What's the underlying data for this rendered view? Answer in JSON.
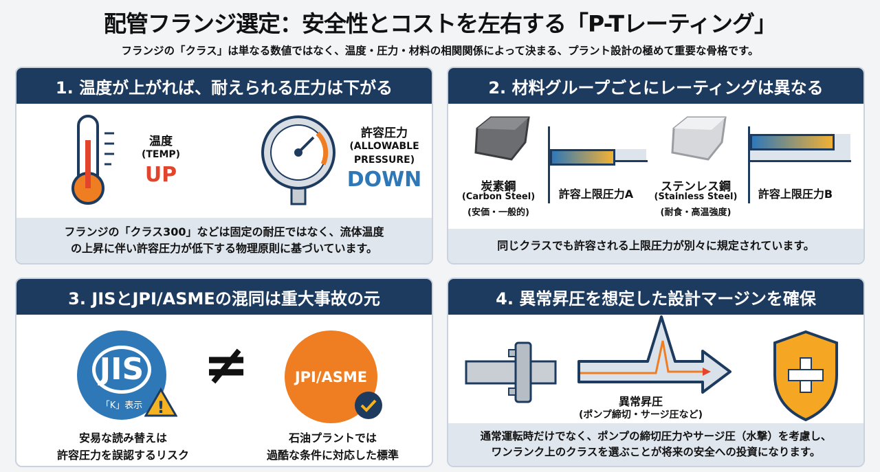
{
  "title": "配管フランジ選定：安全性とコストを左右する「P-Tレーティング」",
  "subtitle": "フランジの「クラス」は単なる数値ではなく、温度・圧力・材料の相関関係によって決まる、プラント設計の極めて重要な骨格です。",
  "colors": {
    "navy": "#1d3a5f",
    "orange": "#ef7d22",
    "red": "#e2452b",
    "blue": "#2f78b8"
  },
  "panel1": {
    "heading": "1. 温度が上がれば、耐えられる圧力は下がる",
    "temp_label": "温度",
    "temp_en": "(TEMP)",
    "temp_dir": "UP",
    "pressure_label": "許容圧力",
    "pressure_en1": "(ALLOWABLE",
    "pressure_en2": "PRESSURE)",
    "pressure_dir": "DOWN",
    "footer1": "フランジの「クラス300」などは固定の耐圧ではなく、流体温度",
    "footer2": "の上昇に伴い許容圧力が低下する物理原則に基づいています。"
  },
  "panel2": {
    "heading": "2. 材料グループごとにレーティングは異なる",
    "mat1": "炭素鋼",
    "mat1_en": "(Carbon Steel)",
    "mat1_note": "(安価・一般的)",
    "bar1": "許容上限圧力A",
    "mat2": "ステンレス鋼",
    "mat2_en": "(Stainless Steel)",
    "mat2_note": "(耐食・高温強度)",
    "bar2": "許容上限圧力B",
    "footer": "同じクラスでも許容される上限圧力が別々に規定されています。"
  },
  "panel3": {
    "heading": "3. JISとJPI/ASMEの混同は重大事故の元",
    "jis_logo": "JIS",
    "jis_mark": "「K」表示",
    "neq": "≠",
    "jpi": "JPI/ASME",
    "cap1a": "安易な読み替えは",
    "cap1b": "許容圧力を誤認するリスク",
    "cap2a": "石油プラントでは",
    "cap2b": "過酷な条件に対応した標準"
  },
  "panel4": {
    "heading": "4. 異常昇圧を想定した設計マージンを確保",
    "surge": "異常昇圧",
    "surge_note": "(ポンプ締切・サージ圧など)",
    "footer1": "通常運転時だけでなく、ポンプの締切圧力やサージ圧（水撃）を考慮し、",
    "footer2": "ワンランク上のクラスを選ぶことが将来の安全への投資になります。"
  }
}
